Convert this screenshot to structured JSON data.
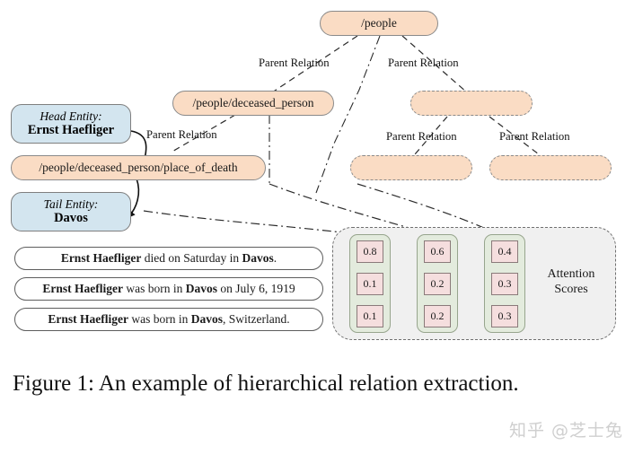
{
  "figure": {
    "caption": "Figure 1: An example of hierarchical relation extraction.",
    "watermark": "知乎 @芝士兔"
  },
  "hierarchy": {
    "root": {
      "label": "/people"
    },
    "level2": [
      {
        "label": "/people/deceased_person"
      },
      {
        "label": ""
      }
    ],
    "level3": [
      {
        "label": "/people/deceased_person/place_of_death"
      },
      {
        "label": ""
      },
      {
        "label": ""
      }
    ],
    "edge_labels": [
      "Parent Relation",
      "Parent Relation",
      "Parent Relation",
      "Parent Relation",
      "Parent Relation"
    ]
  },
  "entities": {
    "head": {
      "role": "Head Entity:",
      "value": "Ernst Haefliger"
    },
    "tail": {
      "role": "Tail Entity:",
      "value": "Davos"
    }
  },
  "sentences": [
    {
      "parts": [
        {
          "text": "Ernst Haefliger",
          "bold": true
        },
        {
          "text": " died on Saturday in ",
          "bold": false
        },
        {
          "text": "Davos",
          "bold": true
        },
        {
          "text": ".",
          "bold": false
        }
      ]
    },
    {
      "parts": [
        {
          "text": "Ernst Haefliger",
          "bold": true
        },
        {
          "text": " was born in ",
          "bold": false
        },
        {
          "text": "Davos",
          "bold": true
        },
        {
          "text": " on July 6, 1919",
          "bold": false
        }
      ]
    },
    {
      "parts": [
        {
          "text": "Ernst Haefliger",
          "bold": true
        },
        {
          "text": " was born in ",
          "bold": false
        },
        {
          "text": "Davos",
          "bold": true
        },
        {
          "text": ", Switzerland.",
          "bold": false
        }
      ]
    }
  ],
  "attention": {
    "title_line1": "Attention",
    "title_line2": "Scores",
    "columns": [
      {
        "values": [
          "0.8",
          "0.1",
          "0.1"
        ]
      },
      {
        "values": [
          "0.6",
          "0.2",
          "0.2"
        ]
      },
      {
        "values": [
          "0.4",
          "0.3",
          "0.3"
        ]
      }
    ]
  },
  "colors": {
    "relation_fill": "#fadcc4",
    "entity_fill": "#d3e5ef",
    "attention_panel": "#f0f0f0",
    "attention_column": "#e3ebdd",
    "attention_cell": "#f5dede"
  }
}
